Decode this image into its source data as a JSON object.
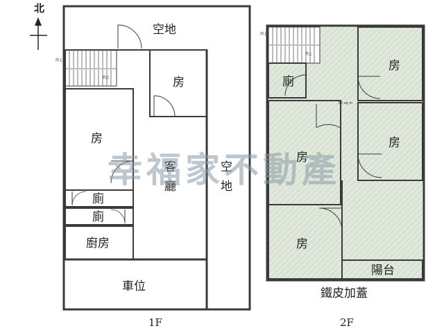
{
  "compass": {
    "label": "北"
  },
  "watermark": "幸福家不動產",
  "floor1": {
    "floor_label": "1F",
    "rooms": {
      "open_north": "空地",
      "room_ne": "房",
      "room_w": "房",
      "living_1": "客",
      "living_2": "廳",
      "open_east_1": "空",
      "open_east_2": "地",
      "wc1": "廁",
      "wc2": "廁",
      "kitchen": "廚房",
      "parking": "車位"
    },
    "stair_note_1": "向上",
    "stair_note_2": "向上"
  },
  "floor2": {
    "floor_label": "2F",
    "area_note": "80 sq m",
    "rooms": {
      "wc": "廁",
      "room_ne": "房",
      "room_e": "房",
      "room_c": "房",
      "room_sw": "房",
      "balcony": "陽台"
    },
    "roof_note": "鐵皮加蓋",
    "stair_note_1": "向上",
    "stair_note_2": "向上"
  },
  "colors": {
    "hatch": "#d9e4d4",
    "wall": "#3a3a3a"
  }
}
